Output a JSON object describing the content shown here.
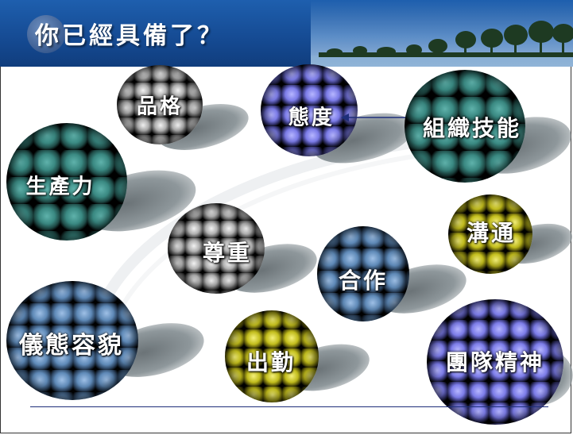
{
  "slide": {
    "title": "你已經具備了？"
  },
  "colors": {
    "banner": "#1e5fae",
    "rule": "#1e2f7a",
    "label_text": "#ffffff"
  },
  "bubbles": [
    {
      "label": "品格",
      "style": "gray"
    },
    {
      "label": "態度",
      "style": "purple"
    },
    {
      "label": "組織技能",
      "style": "teal"
    },
    {
      "label": "生產力",
      "style": "teal"
    },
    {
      "label": "尊重",
      "style": "gray"
    },
    {
      "label": "合作",
      "style": "blue"
    },
    {
      "label": "溝通",
      "style": "yellow"
    },
    {
      "label": "儀態容貌",
      "style": "blue"
    },
    {
      "label": "出勤",
      "style": "yellow"
    },
    {
      "label": "團隊精神",
      "style": "purple"
    }
  ]
}
